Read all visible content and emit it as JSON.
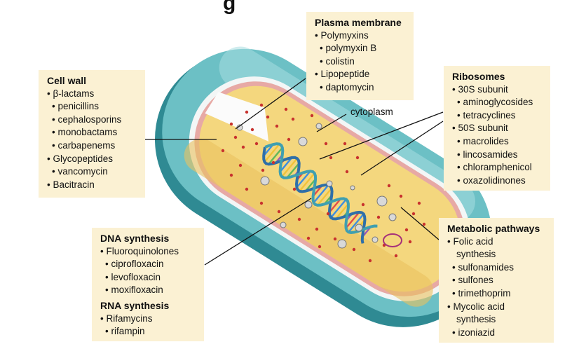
{
  "title_fragment": "g",
  "cytoplasm_label": "cytoplasm",
  "cell_wall": {
    "title": "Cell wall",
    "items": [
      {
        "text": "• β-lactams",
        "level": 1
      },
      {
        "text": "• penicillins",
        "level": 2
      },
      {
        "text": "• cephalosporins",
        "level": 2
      },
      {
        "text": "• monobactams",
        "level": 2
      },
      {
        "text": "• carbapenems",
        "level": 2
      },
      {
        "text": "• Glycopeptides",
        "level": 1
      },
      {
        "text": "• vancomycin",
        "level": 2
      },
      {
        "text": "• Bacitracin",
        "level": 1
      }
    ]
  },
  "plasma_membrane": {
    "title": "Plasma membrane",
    "items": [
      {
        "text": "• Polymyxins",
        "level": 1
      },
      {
        "text": "• polymyxin B",
        "level": 2
      },
      {
        "text": "• colistin",
        "level": 2
      },
      {
        "text": "• Lipopeptide",
        "level": 1
      },
      {
        "text": "• daptomycin",
        "level": 2
      }
    ]
  },
  "ribosomes": {
    "title": "Ribosomes",
    "items": [
      {
        "text": "• 30S subunit",
        "level": 1
      },
      {
        "text": "• aminoglycosides",
        "level": 2
      },
      {
        "text": "• tetracyclines",
        "level": 2
      },
      {
        "text": "• 50S subunit",
        "level": 1
      },
      {
        "text": "• macrolides",
        "level": 2
      },
      {
        "text": "• lincosamides",
        "level": 2
      },
      {
        "text": "• chloramphenicol",
        "level": 2
      },
      {
        "text": "• oxazolidinones",
        "level": 2
      }
    ]
  },
  "dna_synthesis": {
    "title": "DNA synthesis",
    "items": [
      {
        "text": "• Fluoroquinolones",
        "level": 1
      },
      {
        "text": "• ciprofloxacin",
        "level": 2
      },
      {
        "text": "• levofloxacin",
        "level": 2
      },
      {
        "text": "• moxifloxacin",
        "level": 2
      }
    ],
    "title2": "RNA synthesis",
    "items2": [
      {
        "text": "• Rifamycins",
        "level": 1
      },
      {
        "text": "• rifampin",
        "level": 2
      }
    ]
  },
  "metabolic": {
    "title": "Metabolic pathways",
    "items": [
      {
        "text": "• Folic acid",
        "level": 1
      },
      {
        "text": "synthesis",
        "level": 3
      },
      {
        "text": "• sulfonamides",
        "level": 2
      },
      {
        "text": "• sulfones",
        "level": 2
      },
      {
        "text": "• trimethoprim",
        "level": 2
      },
      {
        "text": "• Mycolic acid",
        "level": 1
      },
      {
        "text": "synthesis",
        "level": 3
      },
      {
        "text": "• izoniazid",
        "level": 2
      }
    ]
  },
  "colors": {
    "box_fill": "#fbf1d3",
    "capsule": "#5fb6bc",
    "capsule_dark": "#2f8a93",
    "wall": "#e7a9a5",
    "cytoplasm": "#f4d77e",
    "dot": "#c8322e"
  }
}
